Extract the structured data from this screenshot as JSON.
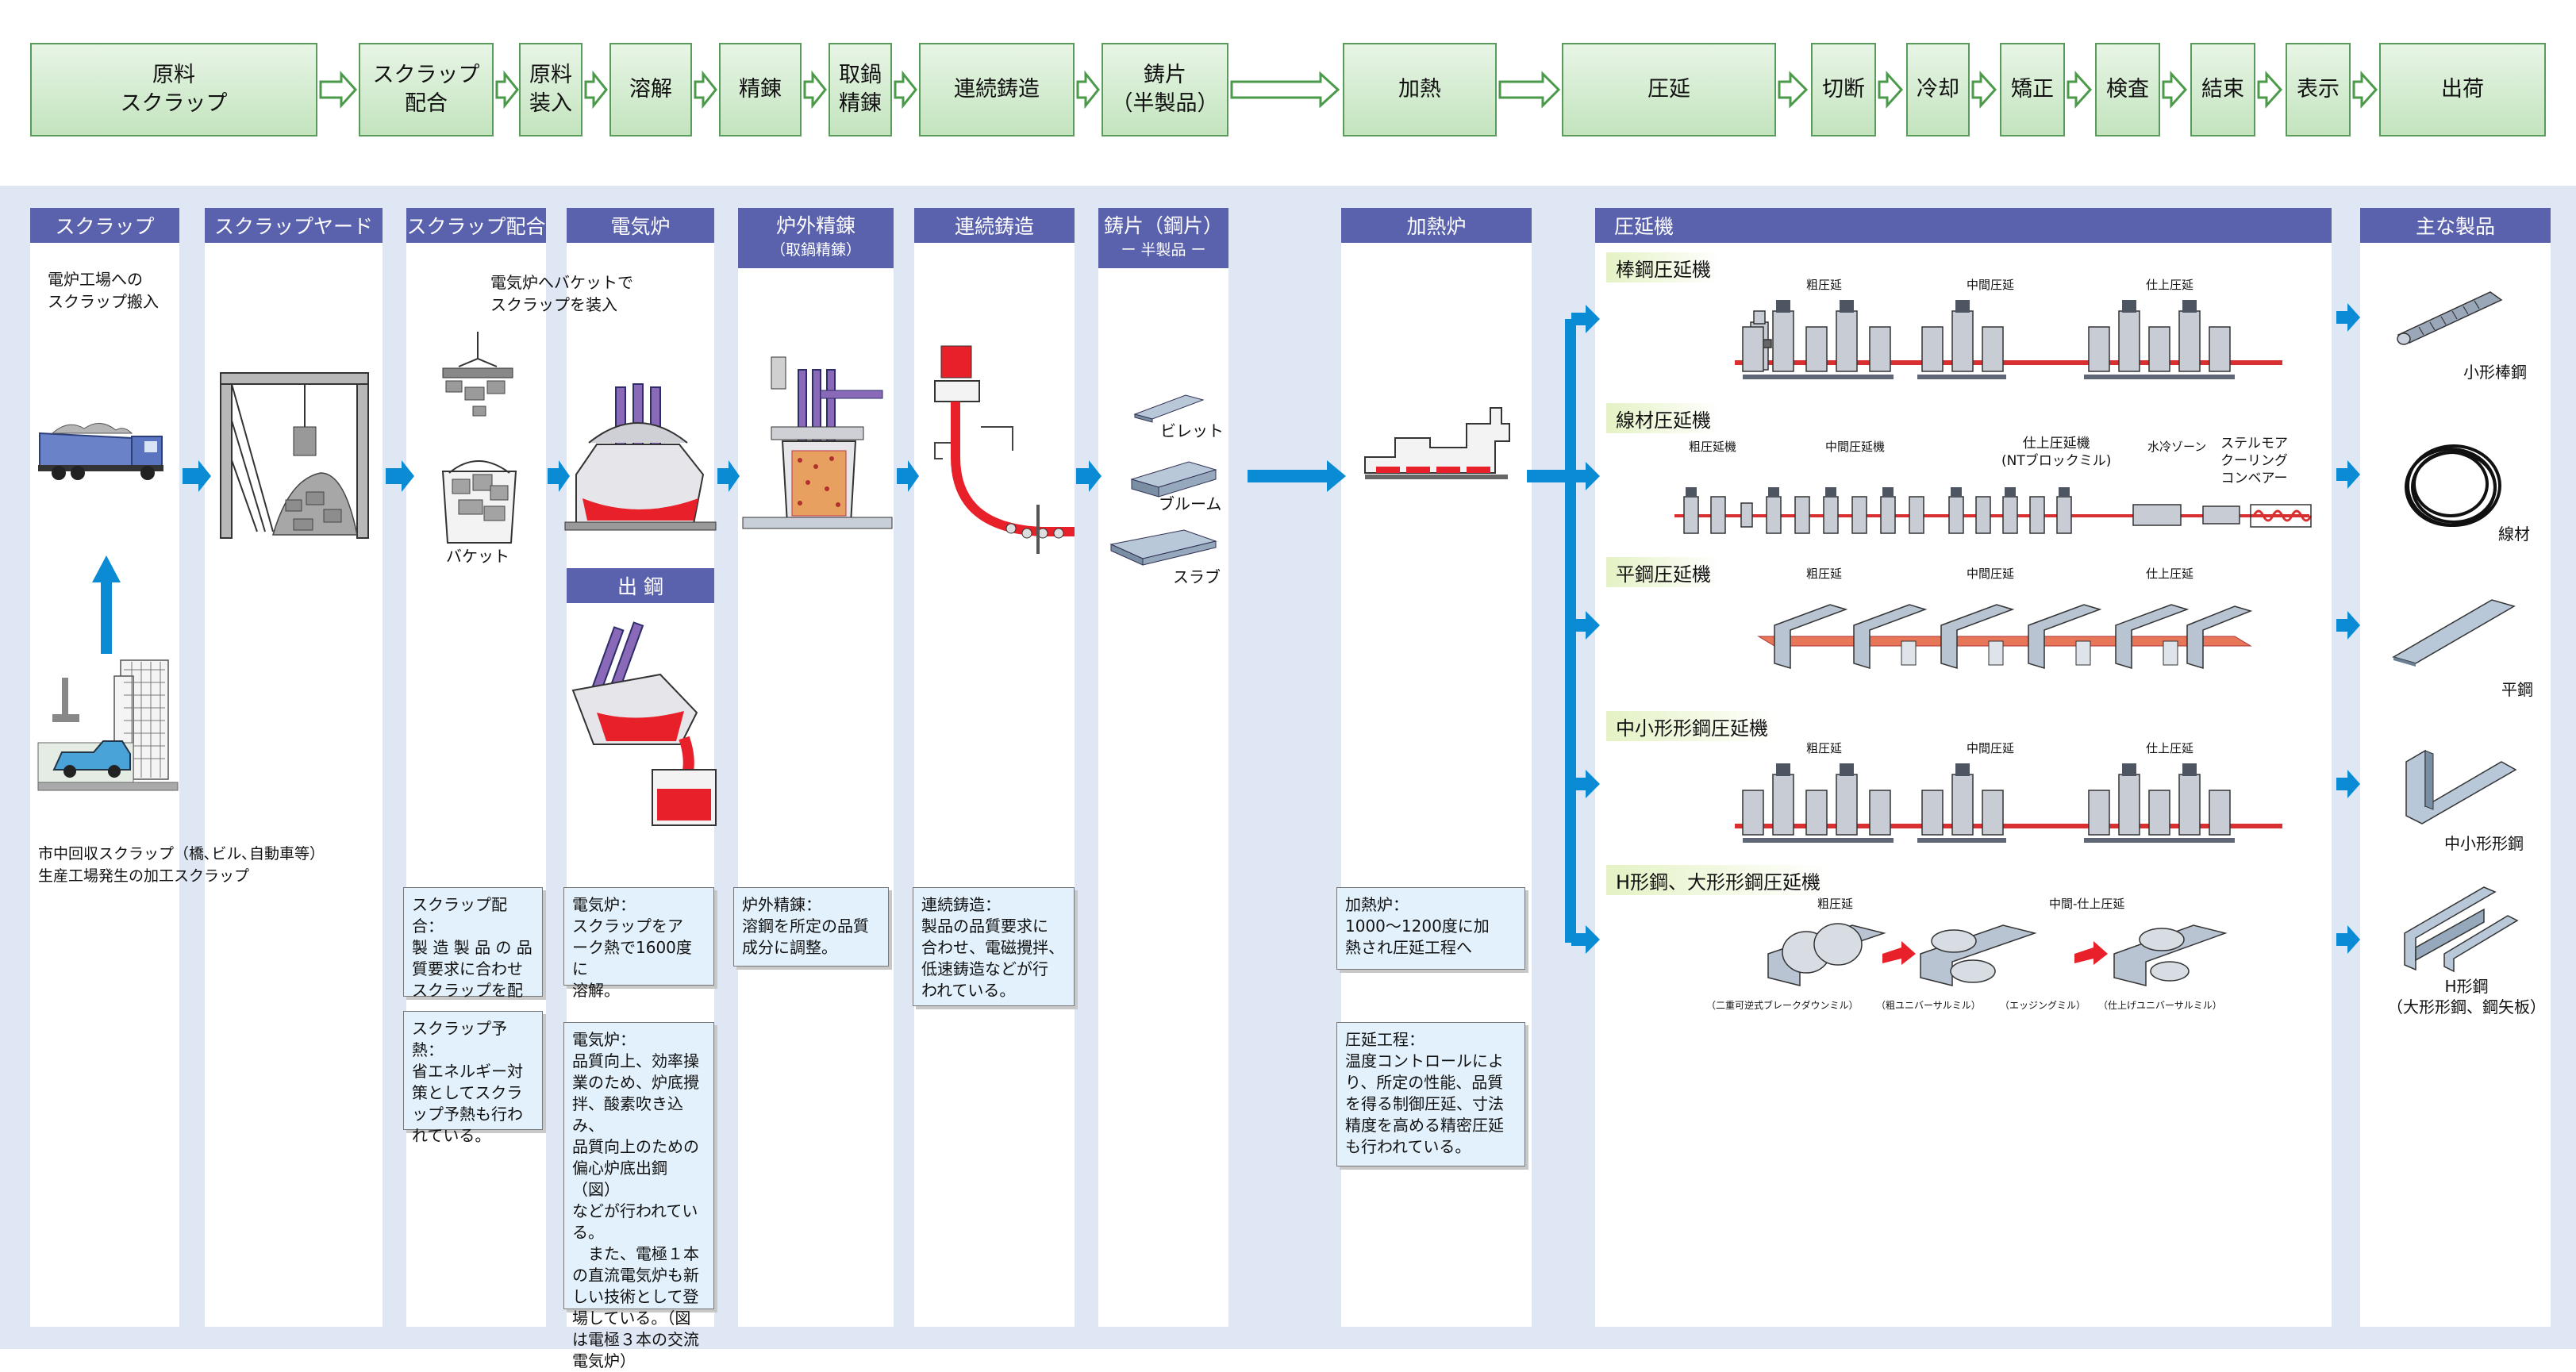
{
  "flow_steps": [
    {
      "label": "原料\nスクラップ"
    },
    {
      "label": "スクラップ\n配合"
    },
    {
      "label": "原料\n装入"
    },
    {
      "label": "溶解"
    },
    {
      "label": "精錬"
    },
    {
      "label": "取鍋\n精錬"
    },
    {
      "label": "連続鋳造"
    },
    {
      "label": "鋳片\n（半製品）"
    },
    {
      "label": "加熱"
    },
    {
      "label": "圧延"
    },
    {
      "label": "切断"
    },
    {
      "label": "冷却"
    },
    {
      "label": "矯正"
    },
    {
      "label": "検査"
    },
    {
      "label": "結束"
    },
    {
      "label": "表示"
    },
    {
      "label": "出荷"
    }
  ],
  "columns": {
    "scrap": {
      "header": "スクラップ",
      "top_text": "電炉工場への\nスクラップ搬入",
      "bottom_text": "市中回収スクラップ（橋､ビル､自動車等）\n生産工場発生の加工スクラップ"
    },
    "scrap_yard": {
      "header": "スクラップヤード"
    },
    "scrap_mix": {
      "header": "スクラップ配合",
      "top_text": "電気炉へバケットで\nスクラップを装入",
      "bucket_label": "バケット",
      "note1": "スクラップ配合：\n製 造 製 品 の 品\n質要求に合わせ\nスクラップを配",
      "note2": "スクラップ予熱：\n省エネルギー対\n策としてスクラ\nップ予熱も行わ\nれている。"
    },
    "eaf": {
      "header": "電気炉",
      "tap_header": "出 鋼",
      "note1": "電気炉：\nスクラップをア\nーク熱で1600度に\n溶解。",
      "note2": "電気炉：\n品質向上、効率操\n業のため、炉底攪\n拌、酸素吹き込み、\n品質向上のための\n偏心炉底出鋼（図）\nなどが行われてい\nる。\n　また、電極１本\nの直流電気炉も新\nしい技術として登\n場している。（図\nは電極３本の交流\n電気炉）"
    },
    "refining": {
      "header": "炉外精錬",
      "header_sub": "（取鍋精錬）",
      "note": "炉外精錬：\n溶鋼を所定の品質\n成分に調整。"
    },
    "casting": {
      "header": "連続鋳造",
      "note": "連続鋳造：\n製品の品質要求に\n合わせ、電磁攪拌、\n低速鋳造などが行\nわれている。"
    },
    "slab": {
      "header": "鋳片（鋼片）",
      "header_sub": "ー 半製品 ー",
      "labels": [
        "ビレット",
        "ブルーム",
        "スラブ"
      ]
    },
    "reheat": {
      "header": "加熱炉",
      "note1": "加熱炉：\n1000～1200度に加\n熱され圧延工程へ",
      "note2": "圧延工程：\n温度コントロールによ\nり、所定の性能、品質\nを得る制御圧延、寸法\n精度を高める精密圧延\nも行われている。"
    },
    "rolling": {
      "header": "圧延機",
      "mills": [
        {
          "title": "棒鋼圧延機",
          "stages": [
            "粗圧延",
            "中間圧延",
            "仕上圧延"
          ]
        },
        {
          "title": "線材圧延機",
          "stages": [
            "粗圧延機",
            "中間圧延機",
            "仕上圧延機\n(NTブロックミル)",
            "水冷ゾーン",
            "ステルモア\nクーリング\nコンベアー"
          ]
        },
        {
          "title": "平鋼圧延機",
          "stages": [
            "粗圧延",
            "中間圧延",
            "仕上圧延"
          ]
        },
        {
          "title": "中小形形鋼圧延機",
          "stages": [
            "粗圧延",
            "中間圧延",
            "仕上圧延"
          ]
        },
        {
          "title": "H形鋼、大形形鋼圧延機",
          "stages": [
            "粗圧延",
            "中間-仕上圧延"
          ],
          "sublabels": [
            "（二重可逆式ブレークダウンミル）",
            "（粗ユニバーサルミル）",
            "（エッジングミル）",
            "（仕上げユニバーサルミル）"
          ]
        }
      ]
    },
    "products": {
      "header": "主な製品",
      "items": [
        "小形棒鋼",
        "線材",
        "平鋼",
        "中小形形鋼",
        "H形鋼\n（大形形鋼、鋼矢板）"
      ]
    }
  },
  "colors": {
    "flow_fill": "#c3e4be",
    "flow_border": "#5a9a5a",
    "header": "#5a62ad",
    "band": "#dfe7f5",
    "arrow": "#0b8bd3",
    "note": "#e2f1fb",
    "molten": "#e8202a"
  }
}
